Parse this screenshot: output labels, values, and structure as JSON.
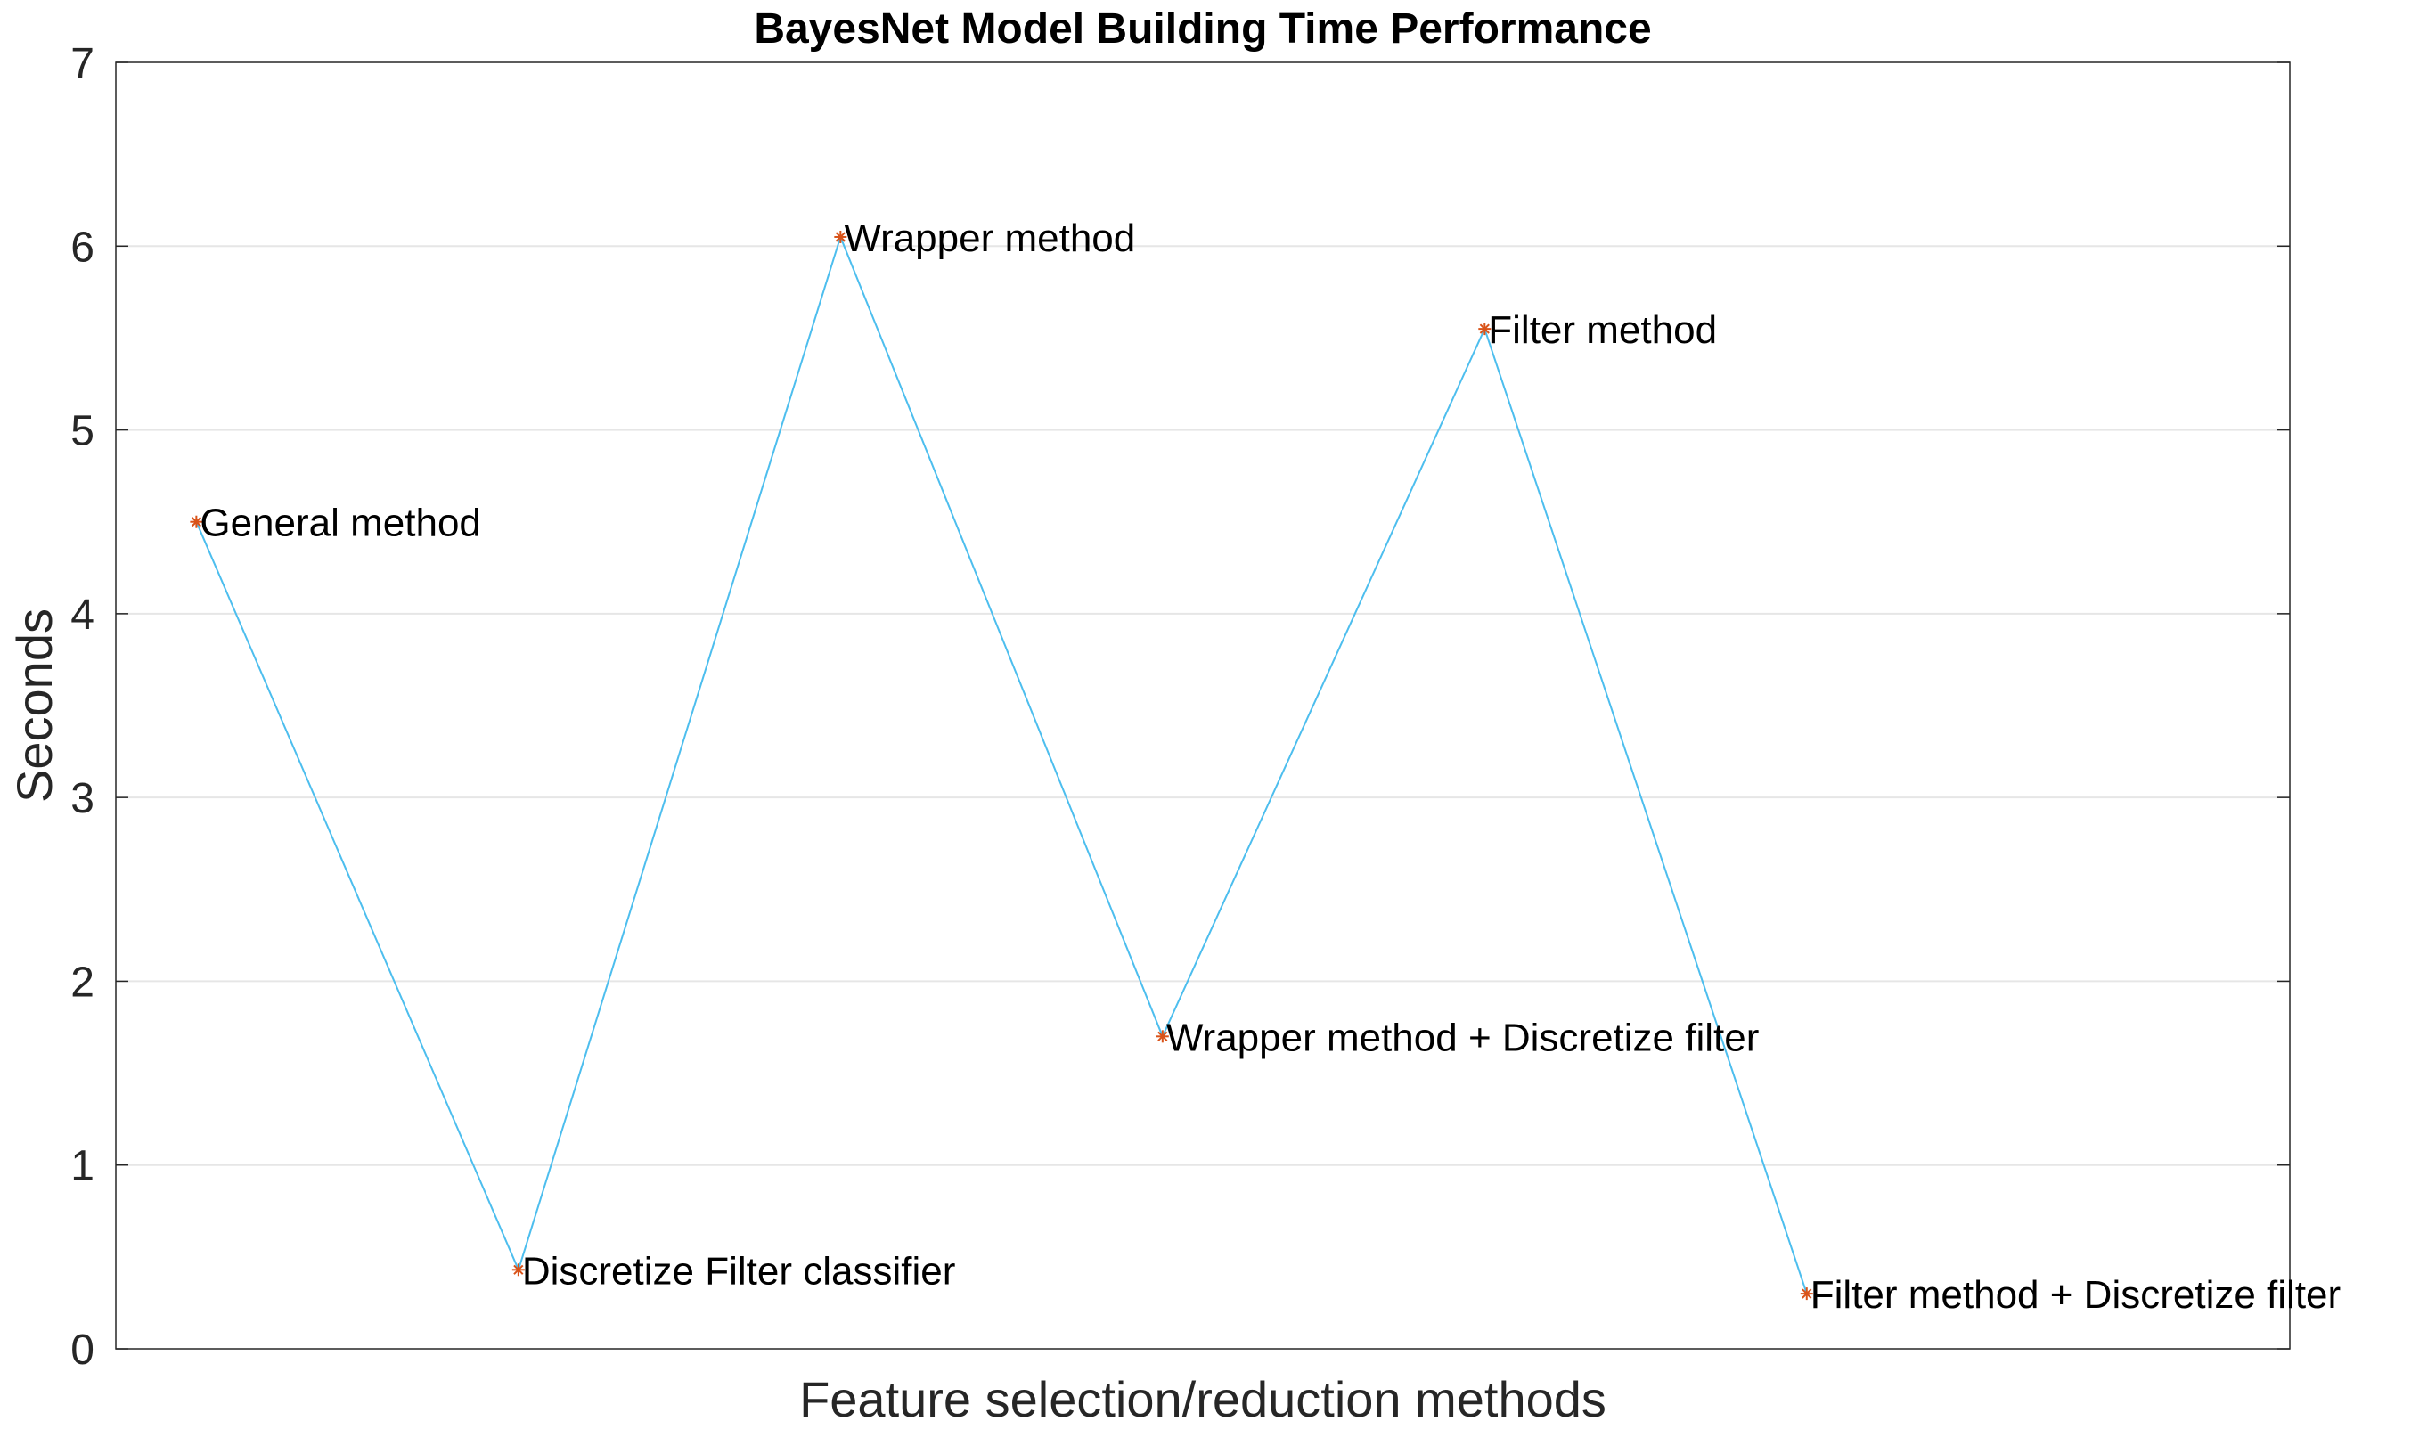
{
  "chart_data": {
    "type": "line",
    "title": "BayesNet Model Building Time Performance",
    "xlabel": "Feature selection/reduction methods",
    "ylabel": "Seconds",
    "ylim": [
      0,
      7
    ],
    "xlim": [
      0.75,
      7.5
    ],
    "yticks": [
      "0",
      "1",
      "2",
      "3",
      "4",
      "5",
      "6",
      "7"
    ],
    "grid": "horizontal",
    "x": [
      1,
      2,
      3,
      4,
      5,
      6
    ],
    "values": [
      4.5,
      0.43,
      6.05,
      1.7,
      5.55,
      0.3
    ],
    "point_labels": [
      "General method",
      "Discretize Filter classifier",
      "Wrapper method",
      "Wrapper method + Discretize filter",
      "Filter method",
      "Filter method + Discretize filter"
    ],
    "line_color": "#4DBEEE",
    "marker_color": "#D95319",
    "marker": "*"
  }
}
